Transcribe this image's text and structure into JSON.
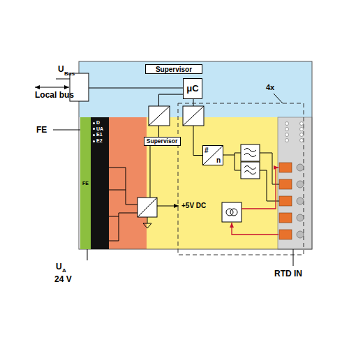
{
  "diagram": {
    "nodes": [
      {
        "text": [
          "Supervisor"
        ]
      },
      {
        "text": [
          "μC"
        ]
      },
      {
        "text": [
          "Supervisor"
        ]
      },
      {
        "text": [
          "FE"
        ]
      },
      {
        "text": [
          "D",
          "UA",
          "E1",
          "E2"
        ]
      },
      {
        "text": [
          "#",
          "n"
        ]
      }
    ],
    "edges": [
      {
        "from": 2,
        "to": 1,
        "arrow": "none"
      },
      {
        "from": 1,
        "to": 5,
        "arrow": "none"
      }
    ],
    "labels": [
      "U",
      "Bus",
      "Local bus",
      "FE",
      "U",
      "A",
      "24 V",
      "+5V DC",
      "4x",
      "RTD IN"
    ]
  }
}
